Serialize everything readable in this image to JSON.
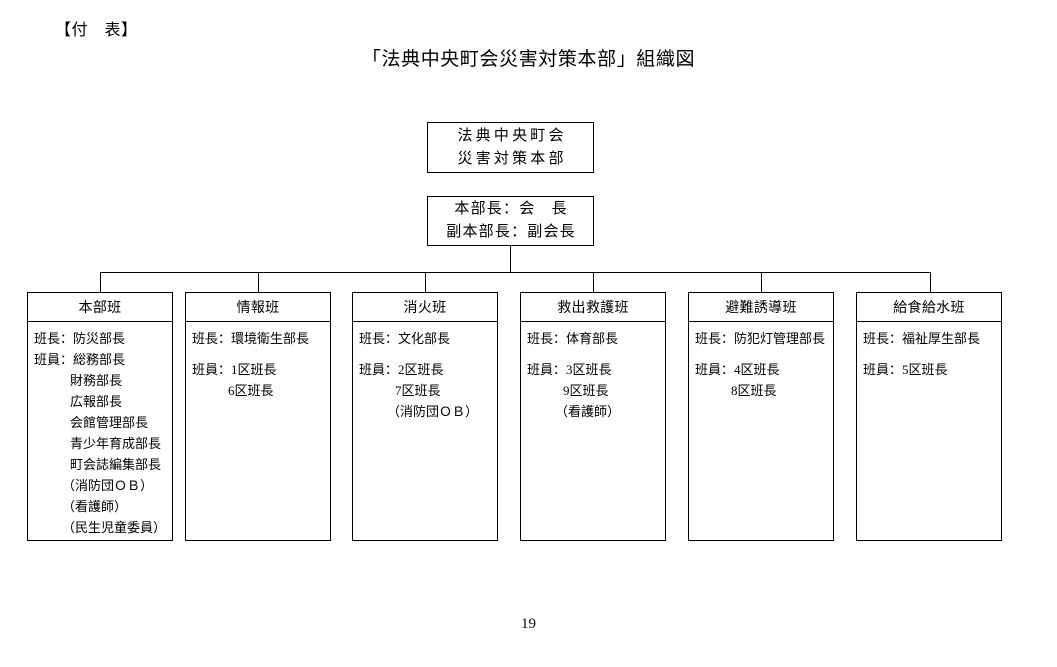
{
  "header": {
    "attachment_label": "【付　表】",
    "title": "「法典中央町会災害対策本部」組織図"
  },
  "chart_data": {
    "type": "diagram",
    "diagram_kind": "organization-chart",
    "title": "「法典中央町会災害対策本部」組織図",
    "root": {
      "line1": "法典中央町会",
      "line2": "災害対策本部"
    },
    "leadership": {
      "line1": "本部長：会　長",
      "line2": "副本部長：副会長"
    },
    "departments": [
      {
        "name": "本部班",
        "rows": [
          {
            "text": "班長：防災部長",
            "style": "normal"
          },
          {
            "text": "班員：総務部長",
            "style": "normal"
          },
          {
            "text": "財務部長",
            "style": "indent"
          },
          {
            "text": "広報部長",
            "style": "indent"
          },
          {
            "text": "会館管理部長",
            "style": "indent"
          },
          {
            "text": "青少年育成部長",
            "style": "indent"
          },
          {
            "text": "町会誌編集部長",
            "style": "indent"
          },
          {
            "text": "（消防団ＯＢ）",
            "style": "indent2"
          },
          {
            "text": "（看護師）",
            "style": "indent2"
          },
          {
            "text": "（民生児童委員）",
            "style": "indent2"
          }
        ]
      },
      {
        "name": "情報班",
        "rows": [
          {
            "text": "班長：環境衛生部長",
            "style": "normal"
          },
          {
            "text": "",
            "style": "gap"
          },
          {
            "text": "班員：1区班長",
            "style": "normal"
          },
          {
            "text": "6区班長",
            "style": "indent"
          }
        ]
      },
      {
        "name": "消火班",
        "rows": [
          {
            "text": "班長：文化部長",
            "style": "normal"
          },
          {
            "text": "",
            "style": "gap"
          },
          {
            "text": "班員：2区班長",
            "style": "normal"
          },
          {
            "text": "7区班長",
            "style": "indent"
          },
          {
            "text": "（消防団ＯＢ）",
            "style": "indent2"
          }
        ]
      },
      {
        "name": "救出救護班",
        "rows": [
          {
            "text": "班長：体育部長",
            "style": "normal"
          },
          {
            "text": "",
            "style": "gap"
          },
          {
            "text": "班員：3区班長",
            "style": "normal"
          },
          {
            "text": "9区班長",
            "style": "indent"
          },
          {
            "text": "（看護師）",
            "style": "indent2"
          }
        ]
      },
      {
        "name": "避難誘導班",
        "rows": [
          {
            "text": "班長：防犯灯管理部長",
            "style": "normal"
          },
          {
            "text": "",
            "style": "gap"
          },
          {
            "text": "班員：4区班長",
            "style": "normal"
          },
          {
            "text": "8区班長",
            "style": "indent"
          }
        ]
      },
      {
        "name": "給食給水班",
        "rows": [
          {
            "text": "班長：福祉厚生部長",
            "style": "normal"
          },
          {
            "text": "",
            "style": "gap"
          },
          {
            "text": "班員：5区班長",
            "style": "normal"
          }
        ]
      }
    ]
  },
  "footer": {
    "page_number": "19"
  }
}
